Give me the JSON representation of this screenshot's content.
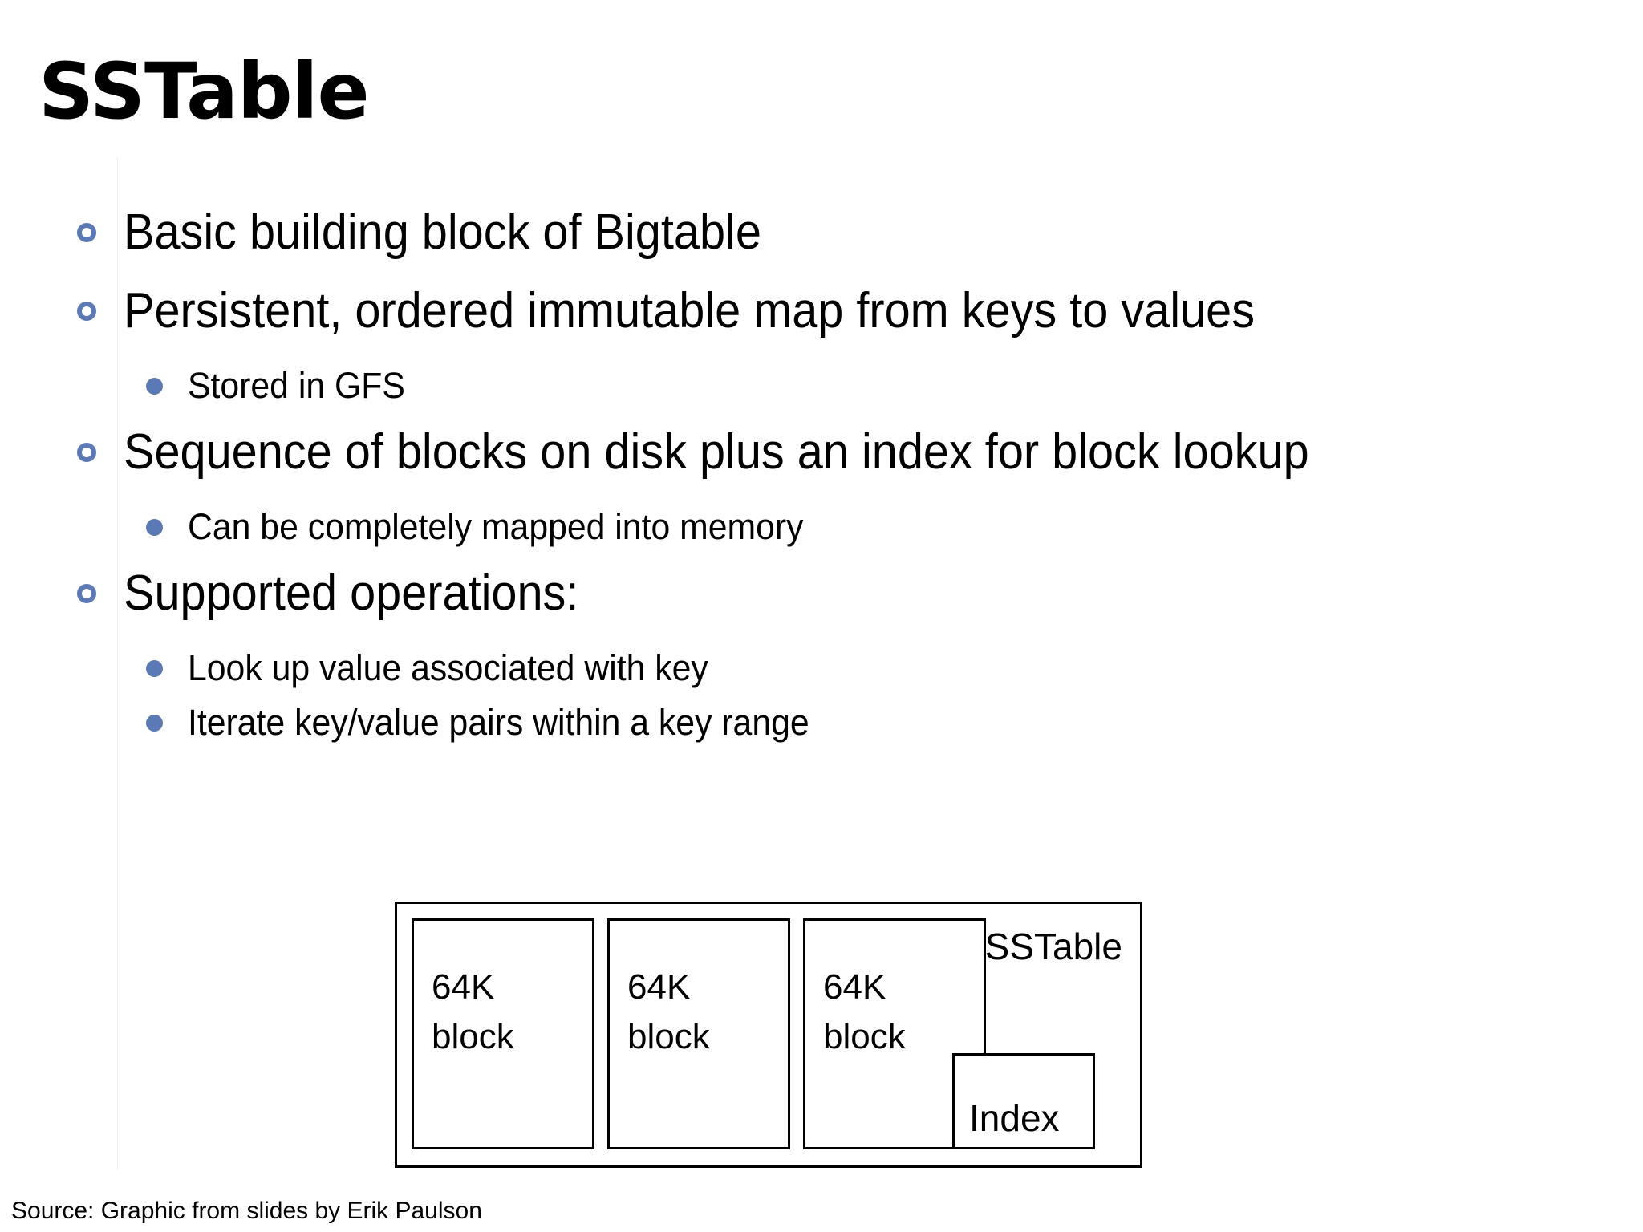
{
  "slide": {
    "title": "SSTable",
    "background_color": "#ffffff",
    "text_color": "#000000",
    "bullet_accent_color": "#5b79b5"
  },
  "body": {
    "bullets": [
      {
        "level": 1,
        "marker": "ring-bullet-icon",
        "text": "Basic building block of Bigtable"
      },
      {
        "level": 1,
        "marker": "ring-bullet-icon",
        "text": "Persistent, ordered immutable map from keys to values"
      },
      {
        "level": 2,
        "marker": "disc-bullet-icon",
        "text": "Stored in GFS"
      },
      {
        "level": 1,
        "marker": "ring-bullet-icon",
        "text": "Sequence of blocks on disk plus an index for block lookup"
      },
      {
        "level": 2,
        "marker": "disc-bullet-icon",
        "text": "Can be completely mapped into memory"
      },
      {
        "level": 1,
        "marker": "ring-bullet-icon",
        "text": "Supported operations:"
      },
      {
        "level": 2,
        "marker": "disc-bullet-icon",
        "text": "Look up value associated with key"
      },
      {
        "level": 2,
        "marker": "disc-bullet-icon",
        "text": "Iterate key/value pairs within a key range"
      }
    ]
  },
  "diagram": {
    "container_label": "SSTable",
    "blocks": [
      {
        "label": "64K\nblock"
      },
      {
        "label": "64K\nblock"
      },
      {
        "label": "64K\nblock"
      }
    ],
    "index_label": "Index"
  },
  "footer": {
    "source": "Source: Graphic from slides by Erik Paulson"
  }
}
